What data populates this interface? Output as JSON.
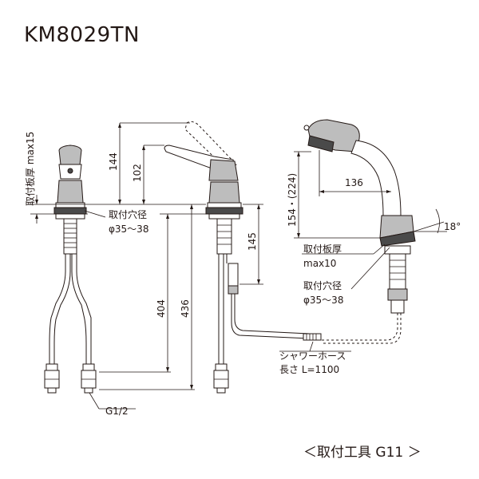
{
  "title": "KM8029TN",
  "dimensions": {
    "mount_thickness_vertical": "取付板厚 max15",
    "d144": "144",
    "d102": "102",
    "d145": "145",
    "d404": "404",
    "d436": "436",
    "d136": "136",
    "d154": "154・(224)",
    "angle": "18°"
  },
  "labels": {
    "hole_label": "取付穴径",
    "hole_value": "φ35～38",
    "g_label": "G1/2",
    "plate_label": "取付板厚",
    "plate_value": "max10",
    "hole2_label": "取付穴径",
    "hole2_value": "φ35～38",
    "hose_label": "シャワーホース",
    "hose_value": "長さ L=1100"
  },
  "footer": "＜取付工具 G11 ＞"
}
